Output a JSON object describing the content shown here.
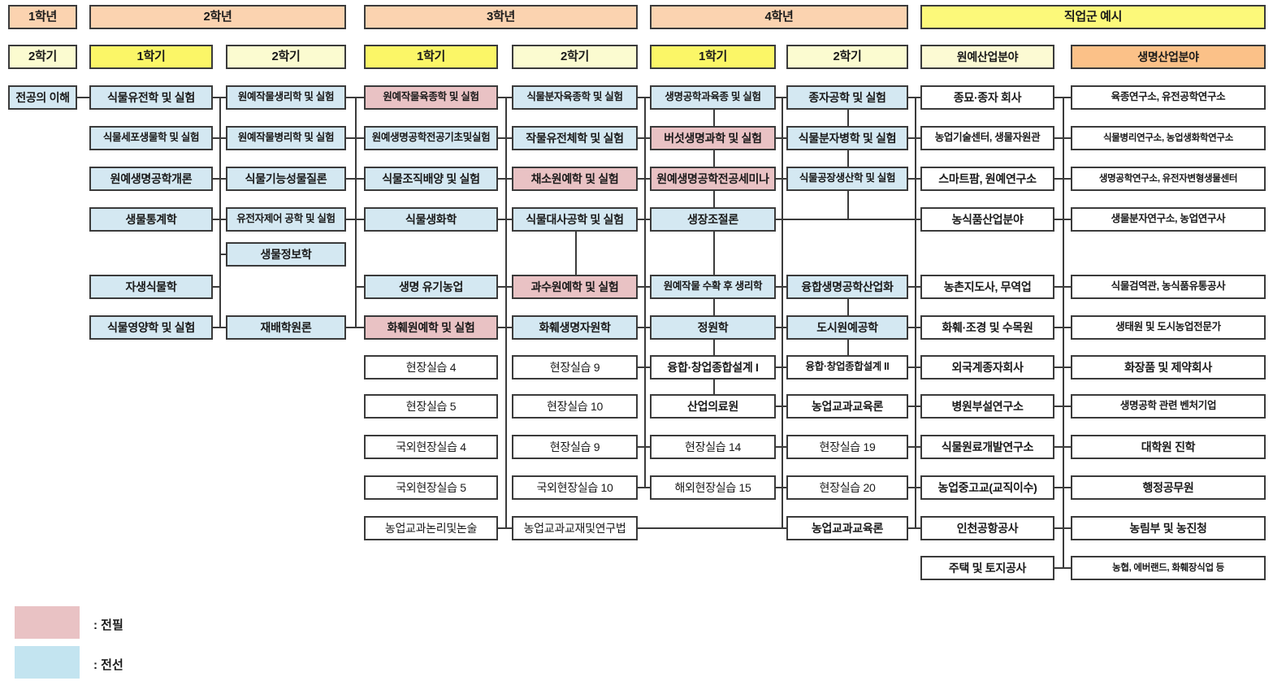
{
  "legend": {
    "items": [
      {
        "color": "#e9c2c4",
        "label": ": 전필"
      },
      {
        "color": "#c3e4f0",
        "label": ": 전선"
      }
    ]
  },
  "year_headers": [
    {
      "label": "1학년"
    },
    {
      "label": "2학년"
    },
    {
      "label": "3학년"
    },
    {
      "label": "4학년"
    },
    {
      "label": "직업군 예시"
    }
  ],
  "semester_headers": [
    {
      "label": "2학기",
      "style": "light"
    },
    {
      "label": "1학기",
      "style": "bright"
    },
    {
      "label": "2학기",
      "style": "light"
    },
    {
      "label": "1학기",
      "style": "bright"
    },
    {
      "label": "2학기",
      "style": "light"
    },
    {
      "label": "1학기",
      "style": "bright"
    },
    {
      "label": "2학기",
      "style": "light"
    },
    {
      "label": "원예산업분야",
      "style": "career-light"
    },
    {
      "label": "생명산업분야",
      "style": "career-orange"
    }
  ],
  "columns": [
    {
      "name": "year1-sem2",
      "courses": [
        {
          "row": 0,
          "label": "전공의 이해",
          "type": "blue"
        }
      ]
    },
    {
      "name": "year2-sem1",
      "courses": [
        {
          "row": 0,
          "label": "식물유전학 및 실험",
          "type": "blue"
        },
        {
          "row": 1,
          "label": "식물세포생물학 및 실험",
          "type": "blue"
        },
        {
          "row": 2,
          "label": "원예생명공학개론",
          "type": "blue"
        },
        {
          "row": 3,
          "label": "생물통계학",
          "type": "blue"
        },
        {
          "row": 5,
          "label": "자생식물학",
          "type": "blue"
        },
        {
          "row": 6,
          "label": "식물영양학 및 실험",
          "type": "blue"
        }
      ]
    },
    {
      "name": "year2-sem2",
      "courses": [
        {
          "row": 0,
          "label": "원예작물생리학 및 실험",
          "type": "blue"
        },
        {
          "row": 1,
          "label": "원예작물병리학 및 실험",
          "type": "blue"
        },
        {
          "row": 2,
          "label": "식물기능성물질론",
          "type": "blue"
        },
        {
          "row": 3,
          "label": "유전자제어 공학 및 실험",
          "type": "blue"
        },
        {
          "row": 4,
          "label": "생물정보학",
          "type": "blue"
        },
        {
          "row": 6,
          "label": "재배학원론",
          "type": "blue"
        }
      ]
    },
    {
      "name": "year3-sem1",
      "courses": [
        {
          "row": 0,
          "label": "원예작물육종학 및 실험",
          "type": "pink"
        },
        {
          "row": 1,
          "label": "원예생명공학전공기초및실험",
          "type": "blue"
        },
        {
          "row": 2,
          "label": "식물조직배양 및 실험",
          "type": "blue"
        },
        {
          "row": 3,
          "label": "식물생화학",
          "type": "blue"
        },
        {
          "row": 5,
          "label": "생명 유기농업",
          "type": "blue"
        },
        {
          "row": 6,
          "label": "화훼원예학 및 실험",
          "type": "pink"
        },
        {
          "row": 7,
          "label": "현장실습 4",
          "type": "white"
        },
        {
          "row": 8,
          "label": "현장실습 5",
          "type": "white"
        },
        {
          "row": 9,
          "label": "국외현장실습 4",
          "type": "white"
        },
        {
          "row": 10,
          "label": "국외현장실습 5",
          "type": "white"
        },
        {
          "row": 11,
          "label": "농업교과논리및논술",
          "type": "white"
        }
      ]
    },
    {
      "name": "year3-sem2",
      "courses": [
        {
          "row": 0,
          "label": "식물분자육종학 및 실험",
          "type": "blue"
        },
        {
          "row": 1,
          "label": "작물유전체학 및 실험",
          "type": "blue"
        },
        {
          "row": 2,
          "label": "채소원예학 및 실험",
          "type": "pink"
        },
        {
          "row": 3,
          "label": "식물대사공학 및 실험",
          "type": "blue"
        },
        {
          "row": 5,
          "label": "과수원예학 및 실험",
          "type": "pink"
        },
        {
          "row": 6,
          "label": "화훼생명자원학",
          "type": "blue"
        },
        {
          "row": 7,
          "label": "현장실습 9",
          "type": "white"
        },
        {
          "row": 8,
          "label": "현장실습 10",
          "type": "white"
        },
        {
          "row": 9,
          "label": "현장실습 9",
          "type": "white"
        },
        {
          "row": 10,
          "label": "국외현장실습 10",
          "type": "white"
        },
        {
          "row": 11,
          "label": "농업교과교재및연구법",
          "type": "white"
        }
      ]
    },
    {
      "name": "year4-sem1",
      "courses": [
        {
          "row": 0,
          "label": "생명공학과육종 및 실험",
          "type": "blue"
        },
        {
          "row": 1,
          "label": "버섯생명과학 및 실험",
          "type": "pink"
        },
        {
          "row": 2,
          "label": "원예생명공학전공세미나",
          "type": "pink"
        },
        {
          "row": 3,
          "label": "생장조절론",
          "type": "blue"
        },
        {
          "row": 5,
          "label": "원예작물 수확 후 생리학",
          "type": "blue"
        },
        {
          "row": 6,
          "label": "정원학",
          "type": "blue"
        },
        {
          "row": 7,
          "label": "융합·창업종합설계 I",
          "type": "white-bold"
        },
        {
          "row": 8,
          "label": "산업의료원",
          "type": "white-bold"
        },
        {
          "row": 9,
          "label": "현장실습 14",
          "type": "white"
        },
        {
          "row": 10,
          "label": "해외현장실습 15",
          "type": "white"
        }
      ]
    },
    {
      "name": "year4-sem2",
      "courses": [
        {
          "row": 0,
          "label": "종자공학 및 실험",
          "type": "blue"
        },
        {
          "row": 1,
          "label": "식물분자병학 및 실험",
          "type": "blue"
        },
        {
          "row": 2,
          "label": "식물공장생산학 및 실험",
          "type": "blue"
        },
        {
          "row": 5,
          "label": "융합생명공학산업화",
          "type": "blue"
        },
        {
          "row": 6,
          "label": "도시원예공학",
          "type": "blue"
        },
        {
          "row": 7,
          "label": "융합·창업종합설계 II",
          "type": "white-bold"
        },
        {
          "row": 8,
          "label": "농업교과교육론",
          "type": "white-bold"
        },
        {
          "row": 9,
          "label": "현장실습 19",
          "type": "white"
        },
        {
          "row": 10,
          "label": "현장실습 20",
          "type": "white"
        },
        {
          "row": 11,
          "label": "농업교과교육론",
          "type": "white-bold"
        }
      ]
    },
    {
      "name": "career-horticulture",
      "courses": [
        {
          "row": 0,
          "label": "종묘·종자 회사",
          "type": "white-bold"
        },
        {
          "row": 1,
          "label": "농업기술센터, 생물자원관",
          "type": "white-bold"
        },
        {
          "row": 2,
          "label": "스마트팜, 원예연구소",
          "type": "white-bold"
        },
        {
          "row": 3,
          "label": "농식품산업분야",
          "type": "white-bold"
        },
        {
          "row": 5,
          "label": "농촌지도사, 무역업",
          "type": "white-bold"
        },
        {
          "row": 6,
          "label": "화훼·조경 및 수목원",
          "type": "white-bold"
        },
        {
          "row": 7,
          "label": "외국계종자회사",
          "type": "white-bold"
        },
        {
          "row": 8,
          "label": "병원부설연구소",
          "type": "white-bold"
        },
        {
          "row": 9,
          "label": "식물원료개발연구소",
          "type": "white-bold"
        },
        {
          "row": 10,
          "label": "농업중고교(교직이수)",
          "type": "white-bold"
        },
        {
          "row": 11,
          "label": "인천공항공사",
          "type": "white-bold"
        },
        {
          "row": 12,
          "label": "주택 및 토지공사",
          "type": "white-bold"
        }
      ]
    },
    {
      "name": "career-bio",
      "courses": [
        {
          "row": 0,
          "label": "육종연구소, 유전공학연구소",
          "type": "white-bold"
        },
        {
          "row": 1,
          "label": "식물병리연구소, 농업생화학연구소",
          "type": "white-bold"
        },
        {
          "row": 2,
          "label": "생명공학연구소, 유전자변형생물센터",
          "type": "white-bold"
        },
        {
          "row": 3,
          "label": "생물분자연구소, 농업연구사",
          "type": "white-bold"
        },
        {
          "row": 5,
          "label": "식물검역관, 농식품유통공사",
          "type": "white-bold"
        },
        {
          "row": 6,
          "label": "생태원 및 도시농업전문가",
          "type": "white-bold"
        },
        {
          "row": 7,
          "label": "화장품 및 제약회사",
          "type": "white-bold"
        },
        {
          "row": 8,
          "label": "생명공학 관련 벤처기업",
          "type": "white-bold"
        },
        {
          "row": 9,
          "label": "대학원 진학",
          "type": "white-bold"
        },
        {
          "row": 10,
          "label": "행정공무원",
          "type": "white-bold"
        },
        {
          "row": 11,
          "label": "농림부 및 농진청",
          "type": "white-bold"
        },
        {
          "row": 12,
          "label": "농협, 에버랜드, 화훼장식업 등",
          "type": "white-bold"
        }
      ]
    }
  ]
}
